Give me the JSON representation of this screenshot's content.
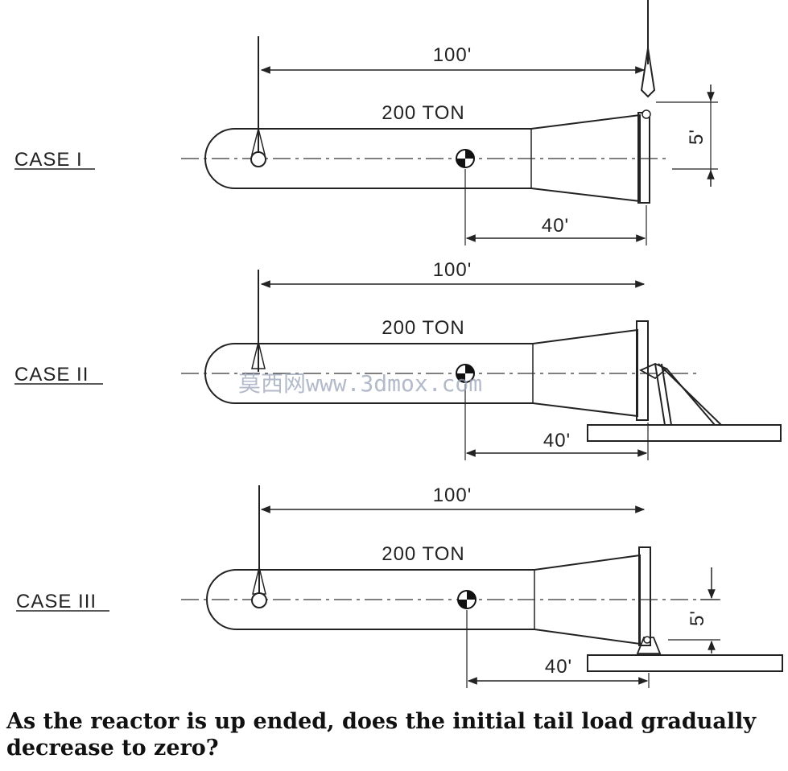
{
  "cases": [
    {
      "label": "CASE I",
      "span": "100'",
      "weight": "200 TON",
      "cg_offset": "40'",
      "height": "5'"
    },
    {
      "label": "CASE II",
      "span": "100'",
      "weight": "200 TON",
      "cg_offset": "40'"
    },
    {
      "label": "CASE III",
      "span": "100'",
      "weight": "200 TON",
      "cg_offset": "40'",
      "height": "5'"
    }
  ],
  "watermark": "莫西网www.3dmox.com",
  "question": "As the reactor is up ended, does the initial tail load gradually decrease to zero?"
}
